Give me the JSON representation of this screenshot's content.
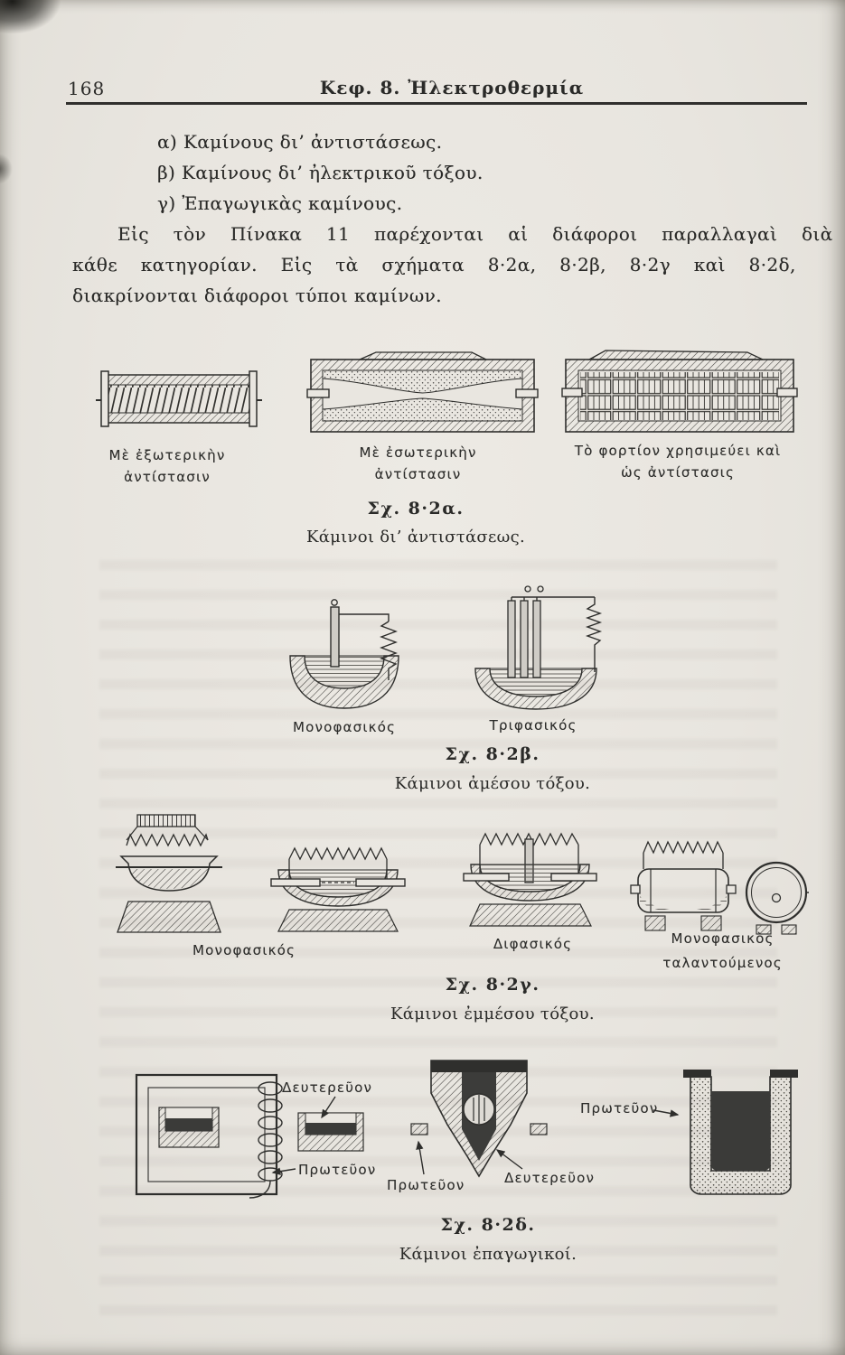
{
  "colors": {
    "paper": "#e9e6e0",
    "ink": "#2a2a28"
  },
  "header": {
    "page_number": "168",
    "chapter_title": "Κεφ. 8. Ἠλεκτροθερμία"
  },
  "body": {
    "item_a": "α) Καμίνους δι’ ἀντιστάσεως.",
    "item_b": "β) Καμίνους δι’ ἠλεκτρικοῦ τόξου.",
    "item_c": "γ) Ἐπαγωγικὰς καμίνους.",
    "par_line_1": "Εἰς τὸν Πίνακα 11 παρέχονται αἱ διάφοροι παραλλαγαὶ διὰ",
    "par_line_2": "κάθε κατηγορίαν. Εἰς τὰ σχήματα 8·2α, 8·2β, 8·2γ καὶ 8·2δ,",
    "par_line_3": "διακρίνονται διάφοροι τύποι καμίνων."
  },
  "figure_a": {
    "label_left": "Μὲ ἐξωτερικὴν ἀντίστασιν",
    "label_middle": "Μὲ ἐσωτερικὴν ἀντίστασιν",
    "label_right": "Τὸ φορτίον χρησιμεύει καὶ ὡς ἀντίστασις",
    "caption_number": "Σχ. 8·2α.",
    "caption_text": "Κάμινοι δι’ ἀντιστάσεως."
  },
  "figure_b": {
    "label_left": "Μονοφασικός",
    "label_right": "Τριφασικός",
    "caption_number": "Σχ. 8·2β.",
    "caption_text": "Κάμινοι ἀμέσου τόξου."
  },
  "figure_c": {
    "label_left": "Μονοφασικός",
    "label_middle": "Διφασικός",
    "label_right": "Μονοφασικὸς ταλαντούμενος",
    "caption_number": "Σχ. 8·2γ.",
    "caption_text": "Κάμινοι ἐμμέσου τόξου."
  },
  "figure_d": {
    "label_secondary_left": "Δευτερεῦον",
    "label_primary_left": "Πρωτεῦον",
    "label_primary_middle": "Πρωτεῦον",
    "label_secondary_middle": "Δευτερεῦον",
    "label_primary_right": "Πρωτεῦον",
    "caption_number": "Σχ. 8·2δ.",
    "caption_text": "Κάμινοι ἐπαγωγικοί."
  }
}
